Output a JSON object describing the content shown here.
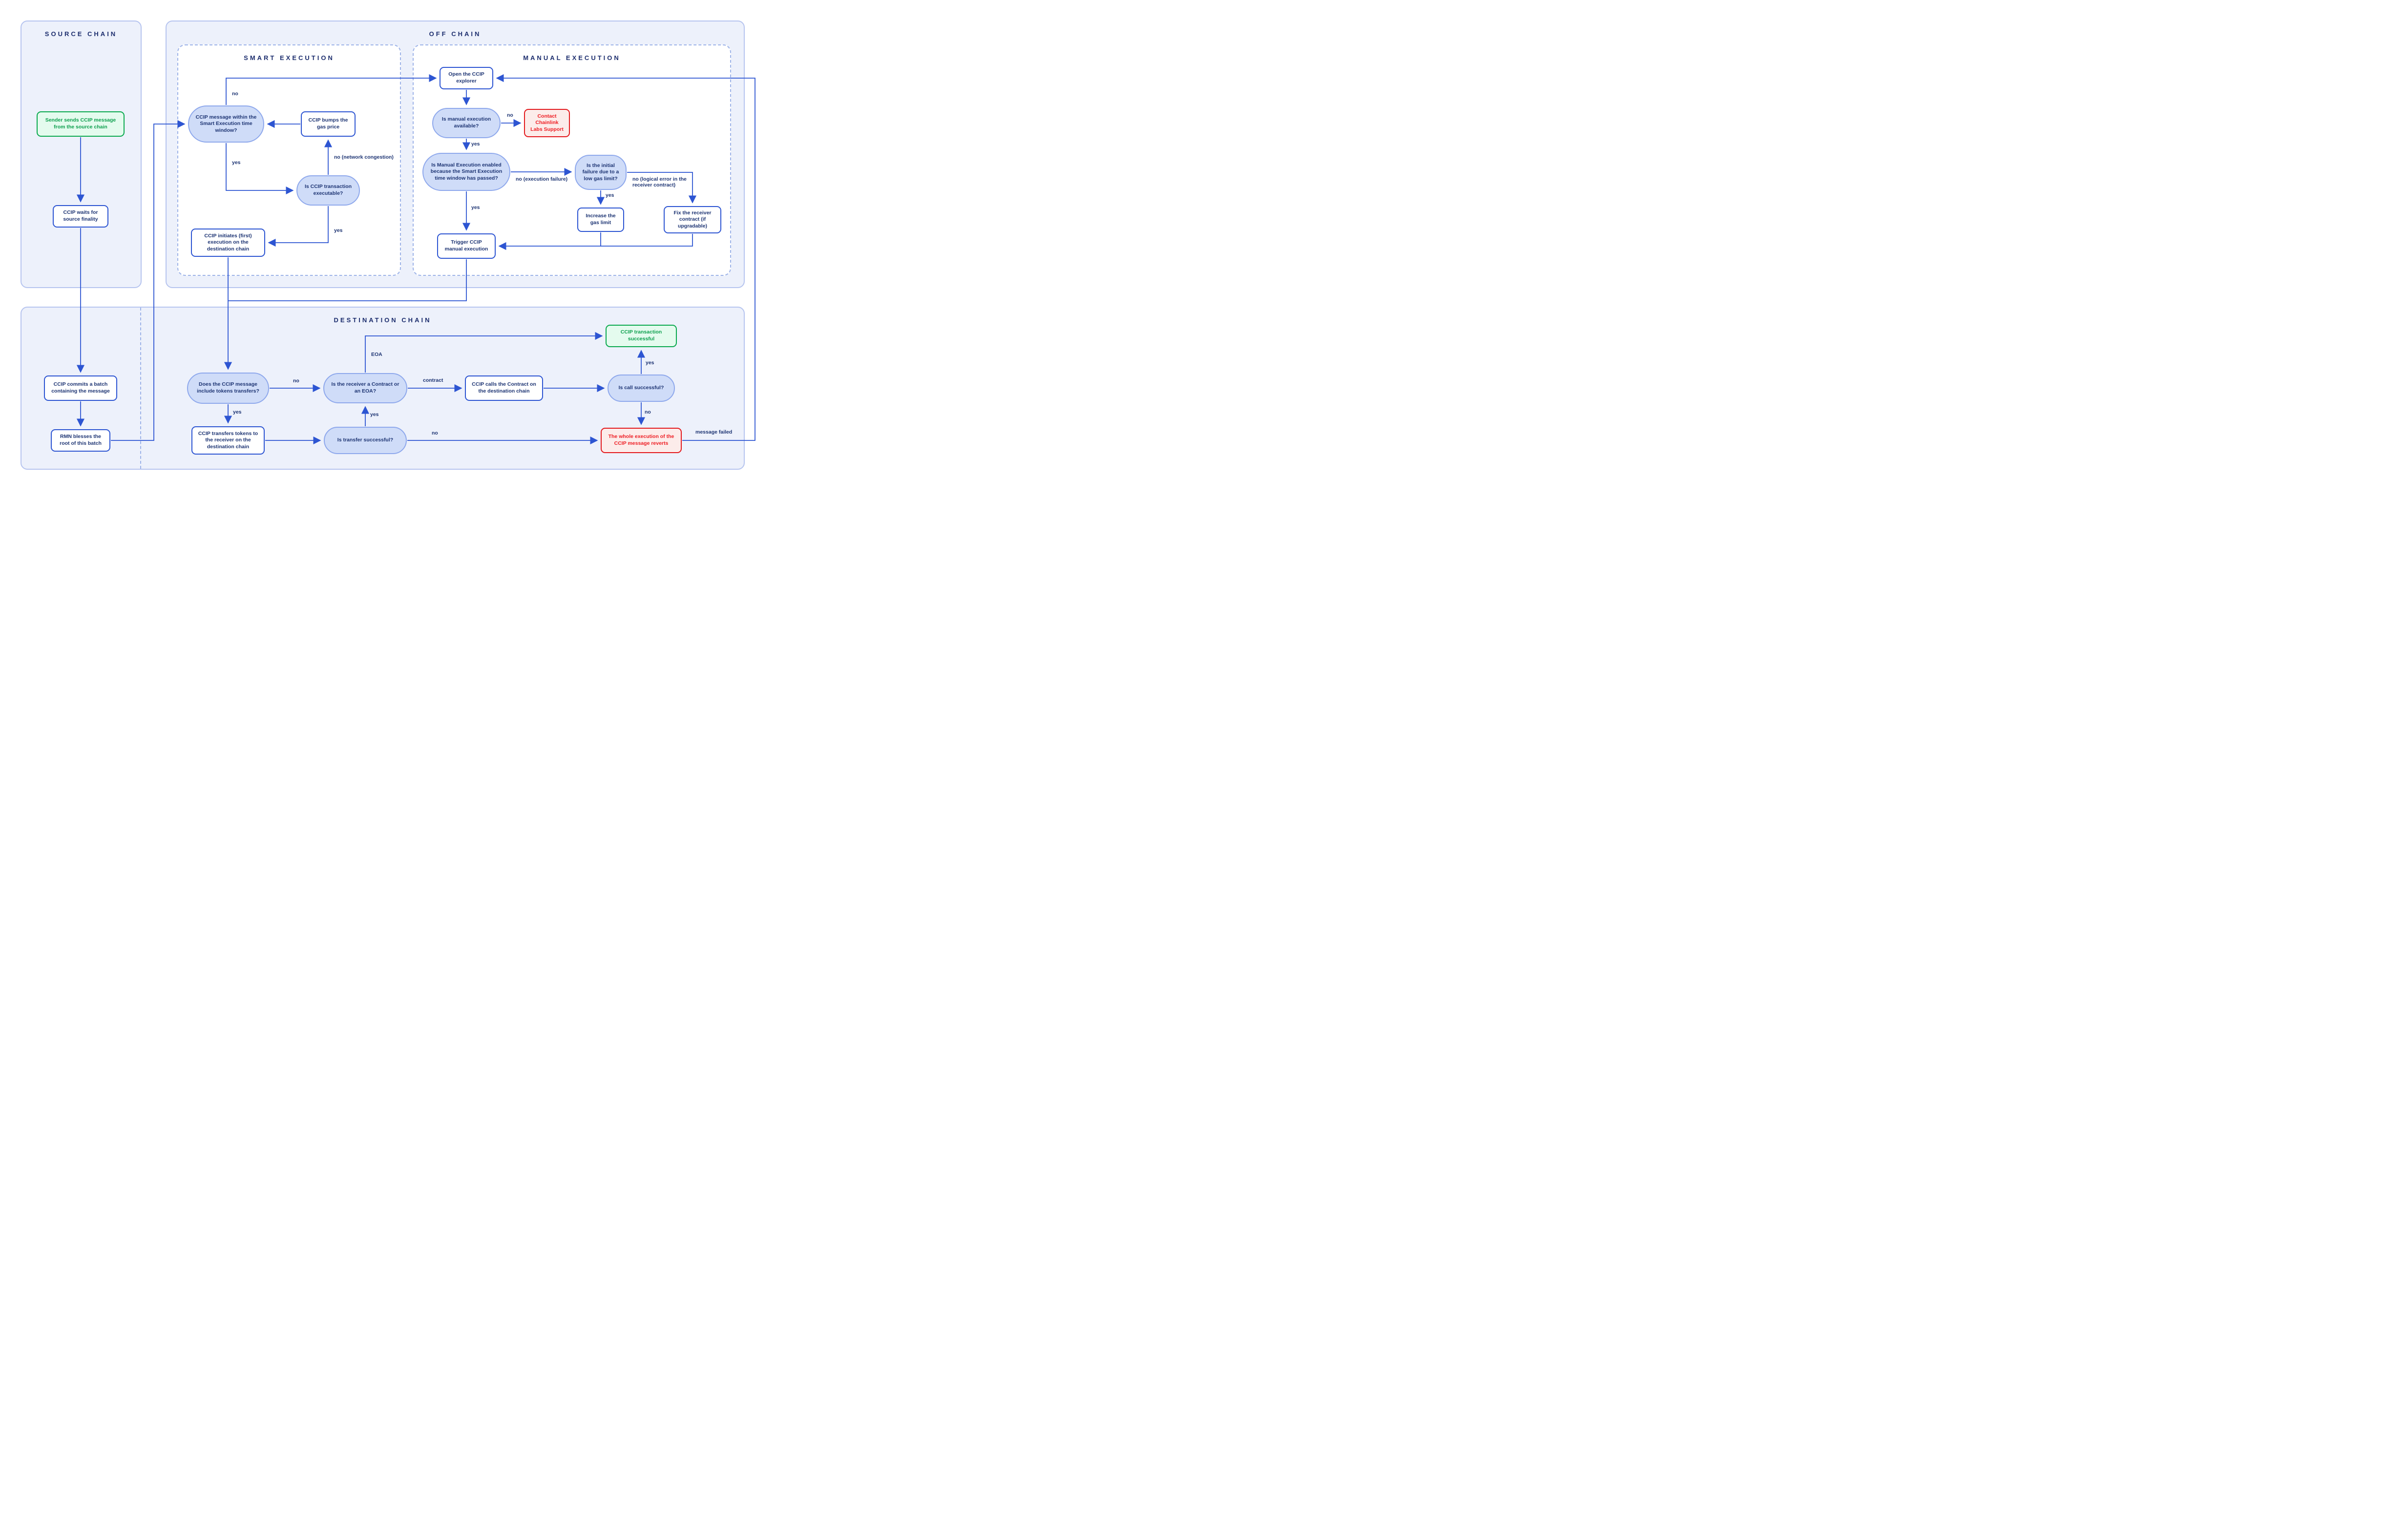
{
  "panels": {
    "source_chain": {
      "title": "SOURCE CHAIN"
    },
    "off_chain": {
      "title": "OFF CHAIN"
    },
    "smart_execution": {
      "title": "SMART EXECUTION"
    },
    "manual_execution": {
      "title": "MANUAL EXECUTION"
    },
    "destination_chain": {
      "title": "DESTINATION CHAIN"
    }
  },
  "nodes": {
    "sender_sends": "Sender sends CCIP message from the source chain",
    "waits_finality": "CCIP waits for source finality",
    "commits_batch": "CCIP commits a batch containing the message",
    "rmn_blesses": "RMN blesses the root of this batch",
    "within_window": "CCIP message within the Smart Execution time window?",
    "bumps_gas": "CCIP bumps the gas price",
    "is_executable": "Is CCIP transaction executable?",
    "initiates_execution": "CCIP initiates (first) execution on the destination chain",
    "open_explorer": "Open the CCIP explorer",
    "manual_available": "Is manual execution available?",
    "contact_support": "Contact Chainlink Labs Support",
    "manual_enabled": "Is Manual Execution enabled because the Smart Execution time window has passed?",
    "initial_failure": "Is the initial failure due to a low gas limit?",
    "increase_gas": "Increase the gas limit",
    "fix_receiver": "Fix the receiver contract (if upgradable)",
    "trigger_manual": "Trigger CCIP manual execution",
    "include_tokens": "Does the CCIP message include tokens transfers?",
    "receiver_type": "Is the receiver a Contract or an EOA?",
    "calls_contract": "CCIP calls the Contract on the destination chain",
    "call_successful": "Is call successful?",
    "txn_successful": "CCIP transaction successful",
    "transfers_tokens": "CCIP transfers tokens to the receiver on the destination chain",
    "transfer_successful": "Is transfer successful?",
    "whole_reverts": "The whole execution of the CCIP message reverts"
  },
  "labels": {
    "no_time_window": "no",
    "yes_time_window": "yes",
    "no_network_congestion": "no (network congestion)",
    "yes_executable": "yes",
    "no_manual_available": "no",
    "yes_manual_available": "yes",
    "no_execution_failure": "no (execution failure)",
    "no_logical_error": "no (logical error in the receiver contract)",
    "yes_low_gas_limit": "yes",
    "yes_manual_enabled": "yes",
    "no_tokens": "no",
    "yes_tokens": "yes",
    "eoa": "EOA",
    "contract": "contract",
    "yes_transfer": "yes",
    "no_transfer": "no",
    "yes_call": "yes",
    "no_call": "no",
    "message_failed": "message failed"
  },
  "colors": {
    "arrow_blue": "#2d55d2",
    "navy_text": "#1d3473",
    "decision_fill": "#cfdcf8",
    "decision_border": "#8ea8ec",
    "panel_fill": "#edf1fb",
    "panel_border": "#b6c4ef",
    "success_green": "#0aa94e",
    "error_red": "#e3191d"
  }
}
